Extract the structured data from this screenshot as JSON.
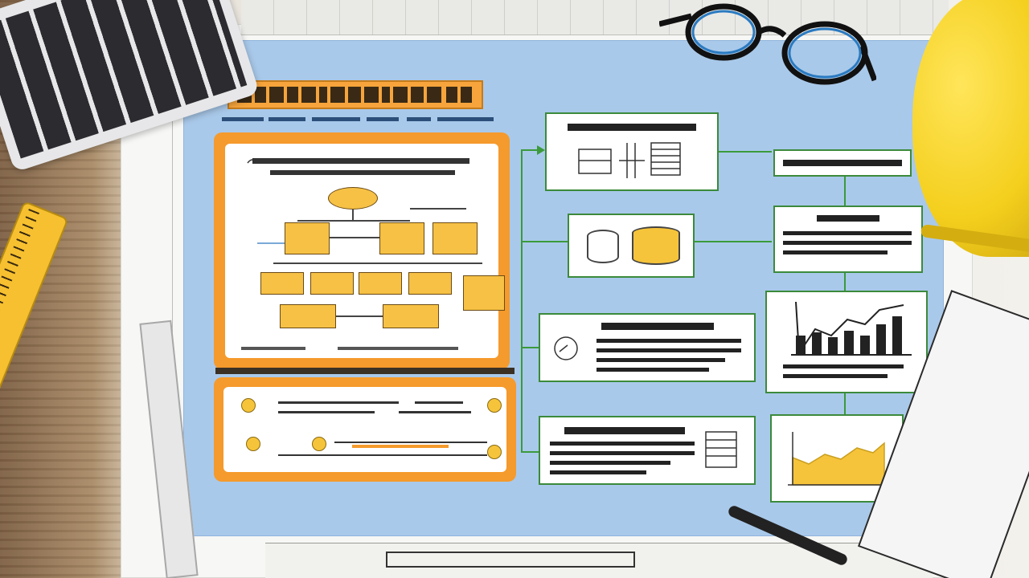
{
  "image": {
    "description_items": [
      "desk",
      "blueprint",
      "keyboard",
      "glasses",
      "hard-hat",
      "ruler",
      "square-tool",
      "pen",
      "clipboard"
    ],
    "colors": {
      "panel": "#a9c9ea",
      "orange": "#f59a2c",
      "gold": "#f6c43a",
      "green": "#3b9a3b",
      "helmet": "#f4cf1d"
    }
  }
}
